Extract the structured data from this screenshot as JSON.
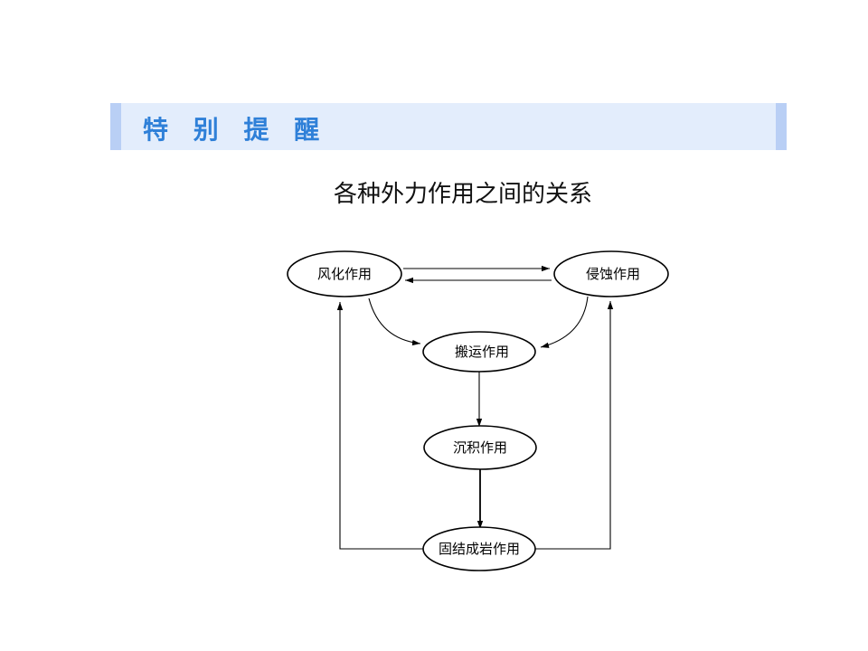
{
  "banner": {
    "title": "特 别 提 醒"
  },
  "subtitle": "各种外力作用之间的关系",
  "diagram": {
    "nodes": {
      "weathering": "风化作用",
      "erosion": "侵蚀作用",
      "transport": "搬运作用",
      "deposition": "沉积作用",
      "lithification": "固结成岩作用"
    }
  },
  "colors": {
    "banner_background": "#e3edfc",
    "banner_edge": "#b9cff5",
    "banner_title": "#2f80d8"
  }
}
